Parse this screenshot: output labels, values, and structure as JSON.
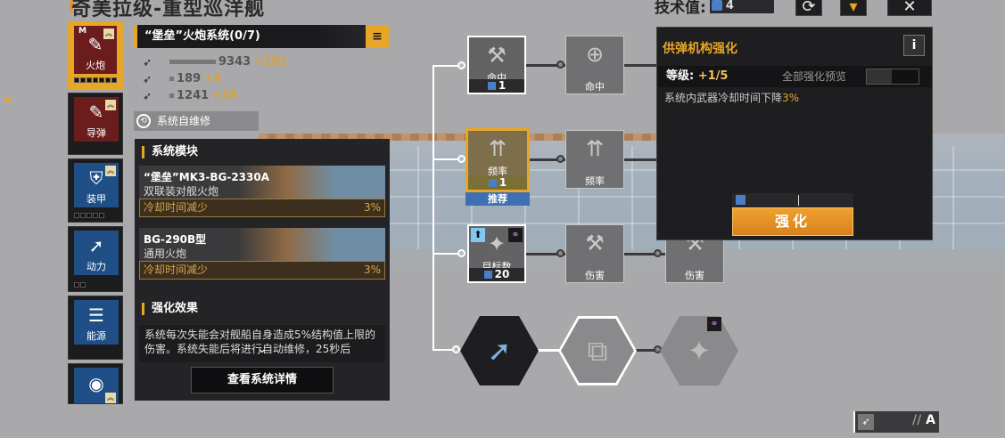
{
  "header": {
    "title": "奇美拉级-重型巡洋舰",
    "tech_label": "技术值:",
    "tech_value": "4",
    "buttons": {
      "refresh": "⟳",
      "filter": "▾",
      "close": "✕"
    }
  },
  "sidebar": {
    "items": [
      {
        "label": "火炮",
        "icon": "shell-icon",
        "glyph": "✎",
        "active": true,
        "badge": "M",
        "pips": 7,
        "upgrade": true
      },
      {
        "label": "导弹",
        "icon": "missile-icon",
        "glyph": "✎",
        "active": false,
        "pips": 0,
        "upgrade": true
      },
      {
        "label": "装甲",
        "icon": "shield-icon",
        "glyph": "⛨",
        "active": false,
        "pips": 5,
        "upgrade": true
      },
      {
        "label": "动力",
        "icon": "thrust-icon",
        "glyph": "➚",
        "active": false,
        "pips": 2,
        "upgrade": false
      },
      {
        "label": "能源",
        "icon": "list-icon",
        "glyph": "☰",
        "active": false,
        "pips": 0,
        "upgrade": false
      },
      {
        "label": "",
        "icon": "radar-icon",
        "glyph": "◉",
        "active": false,
        "pips": 0,
        "upgrade": true
      }
    ]
  },
  "system": {
    "name": "“堡垒”火炮系统(0/7)",
    "doc_icon": "≡",
    "stats": [
      {
        "icon": "attack-icon",
        "value": "9343",
        "plus": "+282",
        "bar": 70
      },
      {
        "icon": "rate-icon",
        "value": "189",
        "plus": "+4",
        "bar": 5
      },
      {
        "icon": "range-icon",
        "value": "1241",
        "plus": "+38",
        "bar": 5
      }
    ],
    "repair_label": "系统自维修"
  },
  "modules": {
    "title": "系统模块",
    "items": [
      {
        "name1": "“堡垒”MK3-BG-2330A",
        "name2": "双联装对舰火炮",
        "effect": "冷却时间减少",
        "value": "3%"
      },
      {
        "name1": "BG-290B型",
        "name2": "通用火炮",
        "effect": "冷却时间减少",
        "value": "3%"
      }
    ],
    "effects_title": "强化效果",
    "effects_text": "系统每次失能会对舰船自身造成5%结构值上限的伤害。系统失能后将进行自动维修，25秒后",
    "detail_button": "查看系统详情"
  },
  "tree": {
    "nodes": [
      {
        "id": "hit1",
        "label": "命中",
        "cost": "1",
        "glyph": "⚒"
      },
      {
        "id": "hit2",
        "label": "命中",
        "glyph": "⊕"
      },
      {
        "id": "freq1",
        "label": "频率",
        "cost": "1",
        "glyph": "⇈"
      },
      {
        "id": "freq2",
        "label": "频率",
        "glyph": "⇈"
      },
      {
        "id": "targets",
        "label": "目标数",
        "cost": "20",
        "glyph": "✦"
      },
      {
        "id": "dmg1",
        "label": "伤害",
        "glyph": "⚒"
      },
      {
        "id": "dmg2",
        "label": "伤害",
        "glyph": "⚒"
      }
    ],
    "recommend_label": "推荐",
    "hex_nodes": [
      {
        "glyph": "➚",
        "state": "unlocked"
      },
      {
        "glyph": "⧉",
        "state": "available"
      },
      {
        "glyph": "✦",
        "state": "locked"
      }
    ]
  },
  "popup": {
    "title": "供弹机构强化",
    "info": "i",
    "level_label": "等级:",
    "level_value": "+1/5",
    "preview_label": "全部强化预览",
    "desc_prefix": "系统内武器冷却时间下降",
    "desc_value": "3%",
    "upgrade_button": "强化"
  },
  "corner": {
    "sep": "//",
    "grade": "A"
  }
}
